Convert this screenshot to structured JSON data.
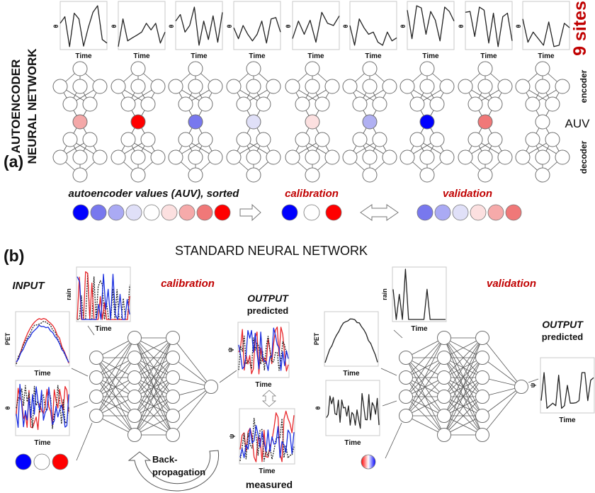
{
  "panel_a": {
    "label": "(a)",
    "side_title_line1": "AUTOENCODER",
    "side_title_line2": "NEURAL NETWORK",
    "sites_label": "9 sites",
    "encoder_label": "encoder",
    "auv_label": "AUV",
    "decoder_label": "decoder",
    "plot_ylabel": "θ",
    "plot_xlabel": "Time",
    "sites": [
      {
        "theta": [
          0.55,
          0.7,
          0.02,
          0.78,
          0.65,
          0.03,
          0.45,
          0.8,
          0.95,
          0.18,
          0.1
        ],
        "auv_color": "#f4a8a8"
      },
      {
        "theta": [
          0.02,
          0.65,
          0.15,
          0.22,
          0.28,
          0.35,
          0.55,
          0.4,
          0.55,
          0.1,
          0.35
        ],
        "auv_color": "#ff0000"
      },
      {
        "theta": [
          0.6,
          0.75,
          0.35,
          0.5,
          0.92,
          0.05,
          0.6,
          0.18,
          0.72,
          0.12,
          0.8
        ],
        "auv_color": "#7878ee"
      },
      {
        "theta": [
          0.45,
          0.2,
          0.5,
          0.3,
          0.15,
          0.3,
          0.6,
          0.1,
          0.65,
          0.68,
          0.35
        ],
        "auv_color": "#e0e0f8"
      },
      {
        "theta": [
          0.2,
          0.6,
          0.3,
          0.62,
          0.12,
          0.8,
          0.55,
          0.5,
          0.72
        ],
        "auv_color": "#fce0e0"
      },
      {
        "theta": [
          0.5,
          0.05,
          0.65,
          0.45,
          0.3,
          0.35,
          0.12,
          0.05,
          0.35,
          0.15,
          0.22
        ],
        "auv_color": "#b0b0f2"
      },
      {
        "theta": [
          0.85,
          0.2,
          0.95,
          0.9,
          0.3,
          0.82,
          0.62,
          0.15,
          0.92,
          0.82,
          0.6
        ],
        "auv_color": "#0000ff"
      },
      {
        "theta": [
          0.8,
          0.82,
          0.25,
          0.92,
          0.85,
          0.1,
          0.78,
          0.02,
          0.7,
          0.78,
          0.15
        ],
        "auv_color": "#f07878"
      },
      {
        "theta": [
          0.65,
          0.12,
          0.35,
          0.2,
          0.05,
          0.58,
          0.02,
          0.05,
          0.55,
          0.45
        ],
        "auv_color": "#ffffff"
      }
    ],
    "sorted_title": "autoencoder values (AUV), sorted",
    "sorted_colors": [
      "#0000ff",
      "#7878ee",
      "#aaaaf4",
      "#e0e0f8",
      "#ffffff",
      "#fce0e0",
      "#f6aaaa",
      "#f07878",
      "#ff0000"
    ],
    "calibration_title": "calibration",
    "calibration_colors": [
      "#0000ff",
      "#ffffff",
      "#ff0000"
    ],
    "validation_title": "validation",
    "validation_colors": [
      "#7878ee",
      "#aaaaf4",
      "#e0e0f8",
      "#fce0e0",
      "#f6aaaa",
      "#f07878"
    ]
  },
  "panel_b": {
    "label": "(b)",
    "title": "STANDARD NEURAL NETWORK",
    "input_label": "INPUT",
    "calibration_label": "calibration",
    "validation_label": "validation",
    "output_label": "OUTPUT",
    "predicted_label": "predicted",
    "measured_label": "measured",
    "backprop_line1": "Back-",
    "backprop_line2": "propagation",
    "x_label": "Time",
    "rain_label": "rain",
    "pet_label": "PET",
    "theta_label": "θ",
    "psi_label": "ψ",
    "calibration_auv_colors": [
      "#0000ff",
      "#ffffff",
      "#ff0000"
    ],
    "series_colors": {
      "red": "#e8262a",
      "blue": "#1a2ee0",
      "black": "#222222"
    },
    "network_layers": [
      4,
      6,
      6,
      1
    ]
  }
}
